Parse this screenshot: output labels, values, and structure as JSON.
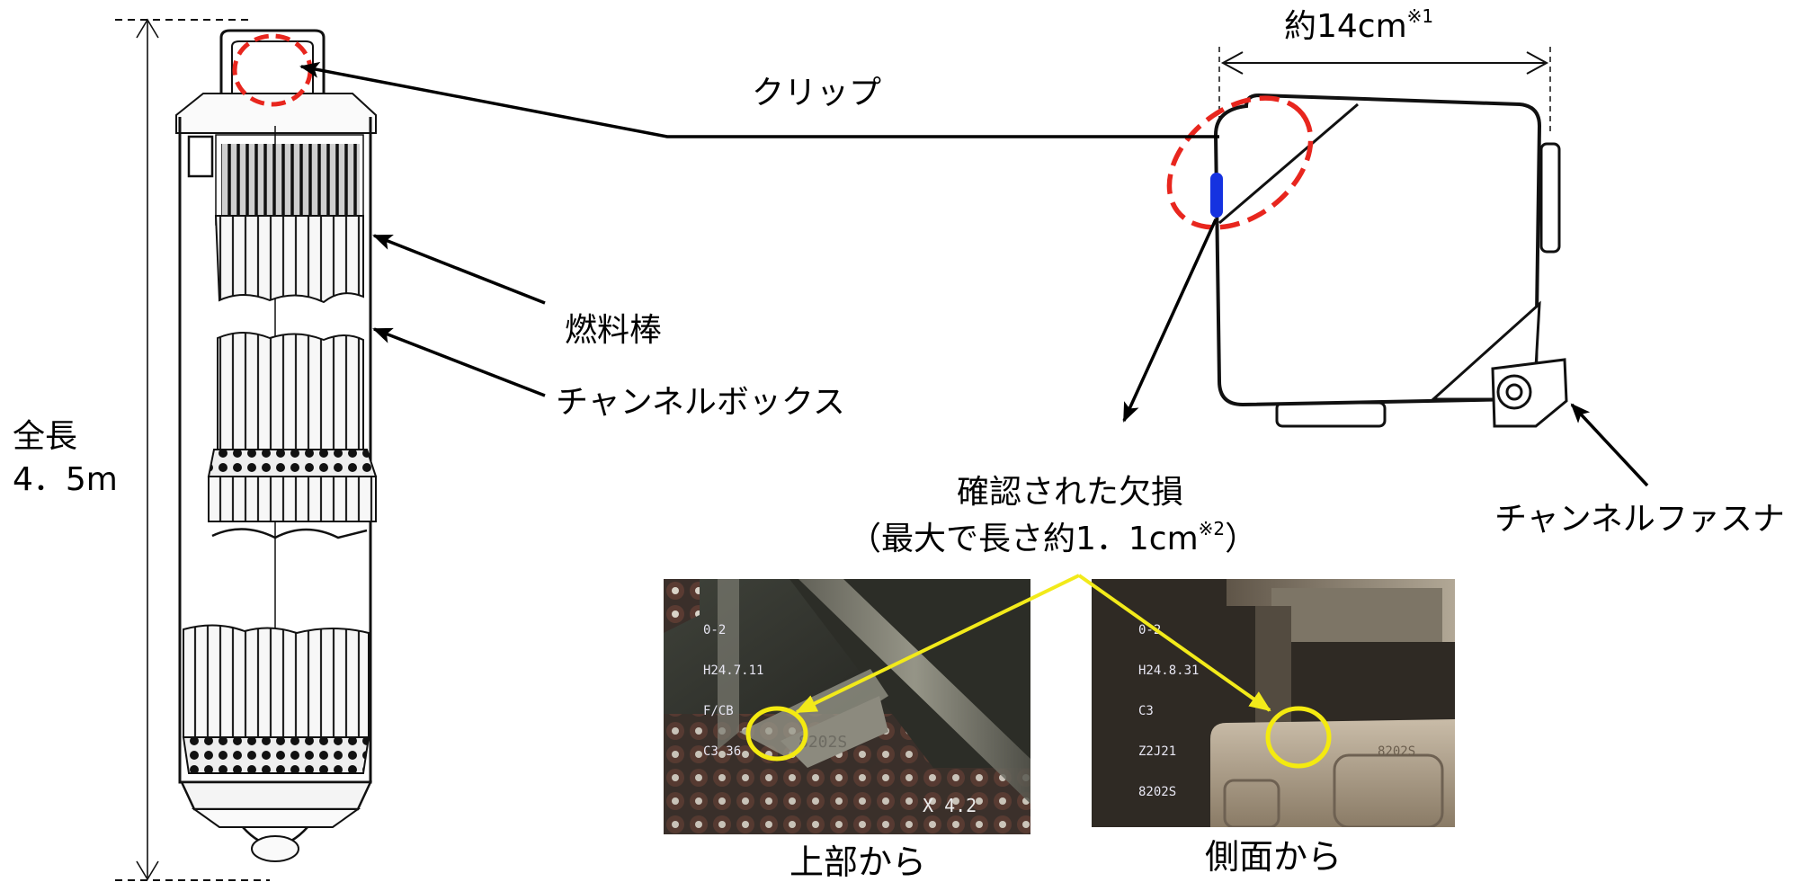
{
  "labels": {
    "width_value": "約14cm",
    "width_note": "※1",
    "clip": "クリップ",
    "fuel_rod": "燃料棒",
    "channel_box": "チャンネルボックス",
    "total_length_label": "全長",
    "total_length_value": "4．5m",
    "defect_title": "確認された欠損",
    "defect_detail": "（最大で長さ約1．1cm",
    "defect_note": "※2",
    "defect_close": "）",
    "channel_fastener": "チャンネルファスナ"
  },
  "photos": [
    {
      "caption": "上部から",
      "overlay_lines": [
        "0-2",
        "H24.7.11",
        "F/CB",
        "C3 36"
      ],
      "scale_text": "X 4.2",
      "marking": "8202S"
    },
    {
      "caption": "側面から",
      "overlay_lines": [
        "0-2",
        "H24.8.31",
        "C3",
        "Z2J21",
        "8202S"
      ],
      "marking": "8202S"
    }
  ],
  "colors": {
    "highlight_circle": "#e8261e",
    "defect_mark": "#1532e0",
    "callout_arrow": "#f2ea1a",
    "photo_circle": "#f4ea10",
    "line": "#000000"
  }
}
